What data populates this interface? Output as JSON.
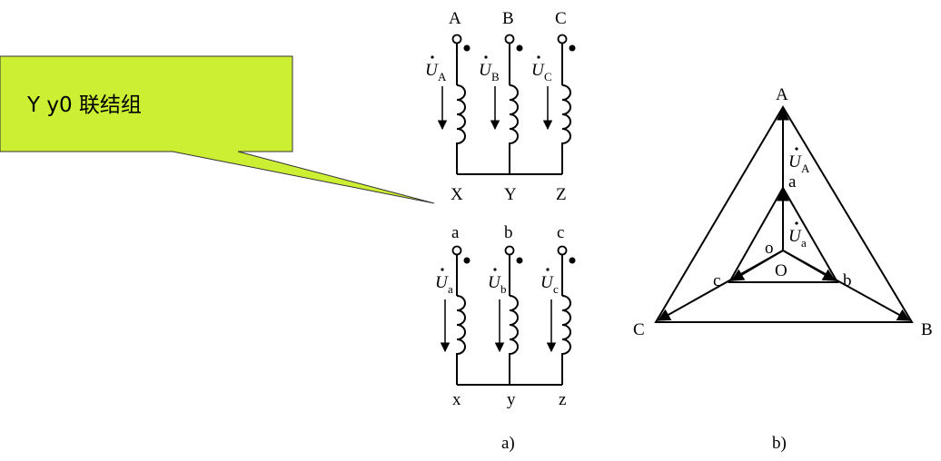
{
  "callout": {
    "text": "Y y0 联结组",
    "fill": "#ccee33"
  },
  "primary": {
    "terminals": [
      "A",
      "B",
      "C"
    ],
    "ends": [
      "X",
      "Y",
      "Z"
    ],
    "voltages": [
      {
        "symbol": "U",
        "subscript": "A"
      },
      {
        "symbol": "U",
        "subscript": "B"
      },
      {
        "symbol": "U",
        "subscript": "C"
      }
    ]
  },
  "secondary": {
    "terminals": [
      "a",
      "b",
      "c"
    ],
    "ends": [
      "x",
      "y",
      "z"
    ],
    "voltages": [
      {
        "symbol": "U",
        "subscript": "a"
      },
      {
        "symbol": "U",
        "subscript": "b"
      },
      {
        "symbol": "U",
        "subscript": "c"
      }
    ]
  },
  "phasor": {
    "outer": [
      "A",
      "B",
      "C"
    ],
    "inner": [
      "a",
      "b",
      "c"
    ],
    "neutral_outer": "O",
    "neutral_inner": "o",
    "voltage_outer": {
      "symbol": "U",
      "subscript": "A"
    },
    "voltage_inner": {
      "symbol": "U",
      "subscript": "a"
    }
  },
  "captions": {
    "left": "a)",
    "right": "b)"
  }
}
